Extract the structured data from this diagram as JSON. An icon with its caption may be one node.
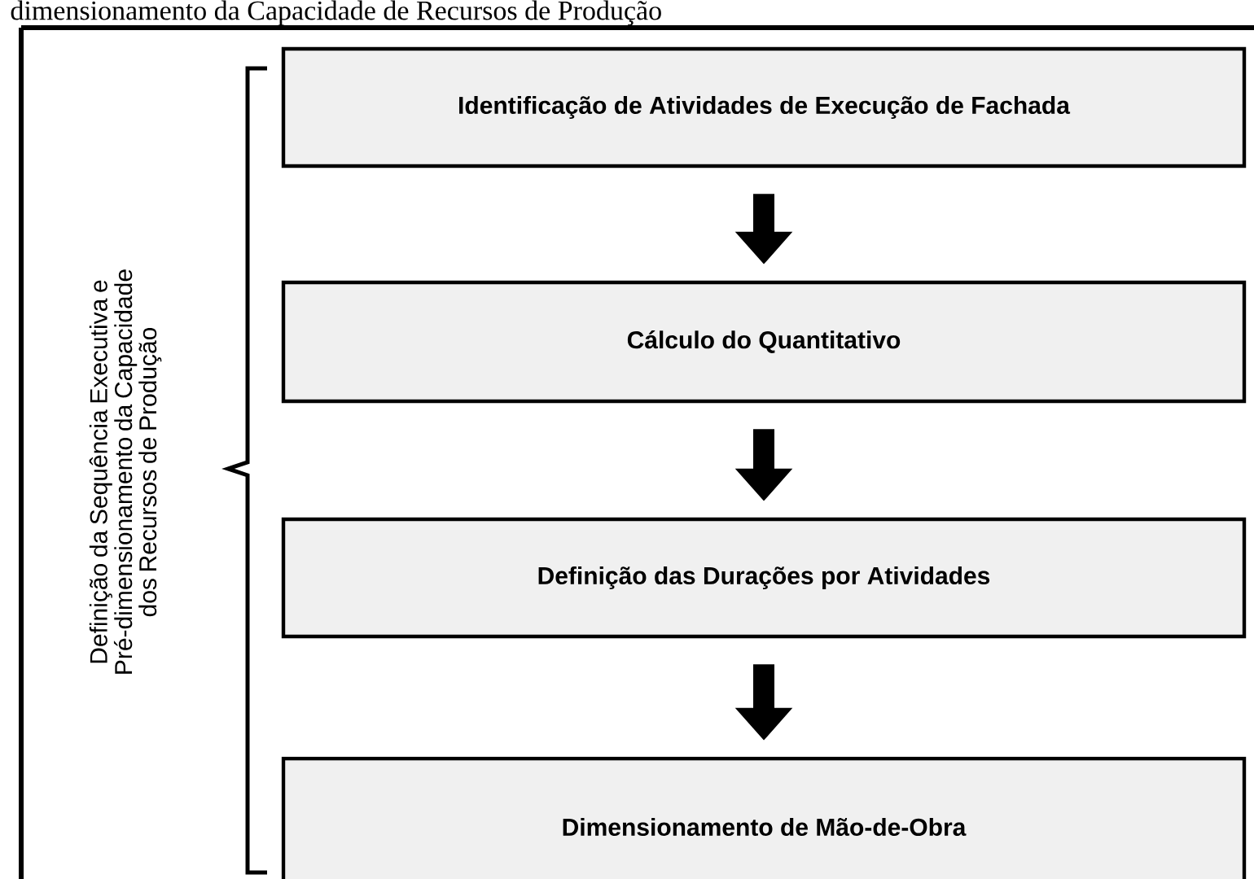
{
  "diagram": {
    "title": "dimensionamento da Capacidade de Recursos de Produção",
    "nodes": [
      {
        "text": [
          "Identificação de Atividades de Execução de Fachada"
        ]
      },
      {
        "text": [
          "Cálculo do Quantitativo"
        ]
      },
      {
        "text": [
          "Definição das Durações por Atividades"
        ]
      },
      {
        "text": [
          "Dimensionamento de Mão-de-Obra"
        ]
      }
    ],
    "edges": [
      {
        "from": 0,
        "to": 1,
        "arrow": "to"
      },
      {
        "from": 1,
        "to": 2,
        "arrow": "to"
      },
      {
        "from": 2,
        "to": 3,
        "arrow": "to"
      }
    ],
    "labels": [
      "Definição da Sequência Executiva e Pré-dimensionamento da Capacidade dos Recursos de Produção"
    ]
  }
}
